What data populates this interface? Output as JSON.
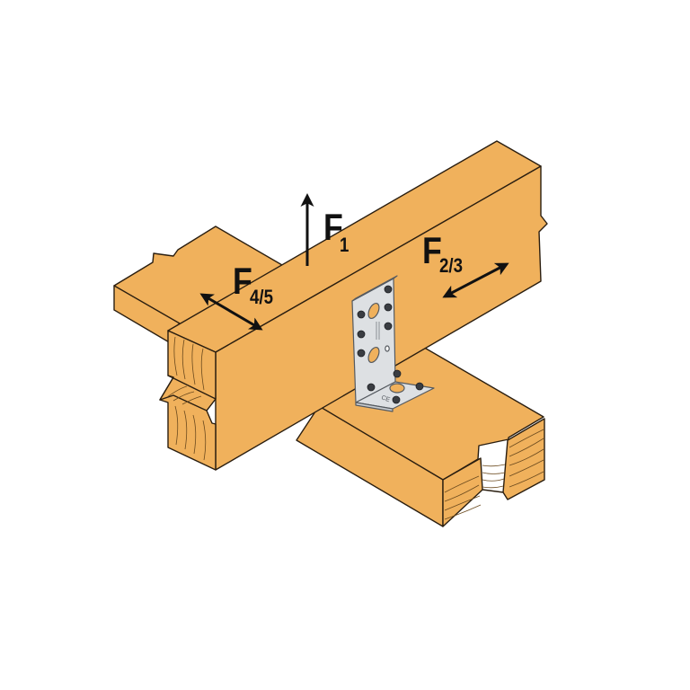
{
  "diagram": {
    "subject": "Timber beam cross connection with angle bracket",
    "colors": {
      "wood": "#f0b15c",
      "wood_stroke": "#2a1e10",
      "grain": "#6b4a1e",
      "bracket": "#dde0e3",
      "bracket_stroke": "#555a60",
      "screw": "#3a3d42",
      "hole": "#f0b15c",
      "arrow": "#111111",
      "background": "#ffffff"
    },
    "forces": [
      {
        "id": "F1",
        "letter": "F",
        "subscript": "1",
        "direction": "vertical-up"
      },
      {
        "id": "F23",
        "letter": "F",
        "subscript": "2/3",
        "direction": "along-upper-beam"
      },
      {
        "id": "F45",
        "letter": "F",
        "subscript": "4/5",
        "direction": "across-upper-beam"
      }
    ],
    "components": {
      "upper_beam": "Upper timber beam",
      "lower_beam": "Lower timber beam",
      "bracket": "Perforated steel angle bracket",
      "bracket_marking": "CE"
    }
  }
}
